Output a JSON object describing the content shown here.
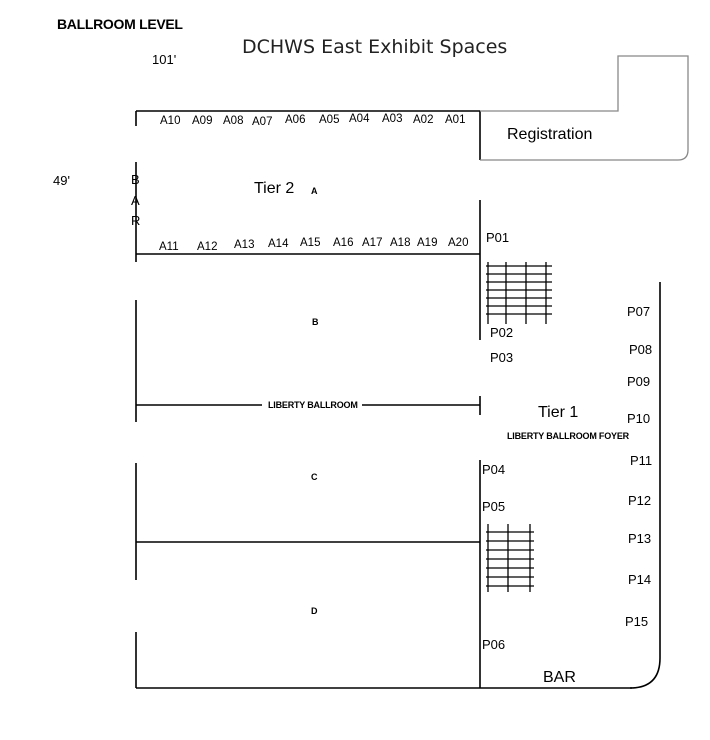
{
  "header": {
    "level": "BALLROOM LEVEL",
    "title": "DCHWS East Exhibit Spaces"
  },
  "dimensions": {
    "width": "101'",
    "height": "49'"
  },
  "booths_top": [
    "A10",
    "A09",
    "A08",
    "A07",
    "A06",
    "A05",
    "A04",
    "A03",
    "A02",
    "A01"
  ],
  "booths_bottom": [
    "A11",
    "A12",
    "A13",
    "A14",
    "A15",
    "A16",
    "A17",
    "A18",
    "A19",
    "A20"
  ],
  "p_booths": [
    "P01",
    "P02",
    "P03",
    "P04",
    "P05",
    "P06",
    "P07",
    "P08",
    "P09",
    "P10",
    "P11",
    "P12",
    "P13",
    "P14",
    "P15"
  ],
  "areas": {
    "registration": "Registration",
    "tier2": "Tier 2",
    "tier1": "Tier 1",
    "section_a": "A",
    "section_b": "B",
    "section_c": "C",
    "section_d": "D",
    "ballroom": "LIBERTY BALLROOM",
    "foyer": "LIBERTY BALLROOM FOYER",
    "bar_vertical": [
      "B",
      "A",
      "R"
    ],
    "bar_bottom": "BAR"
  }
}
